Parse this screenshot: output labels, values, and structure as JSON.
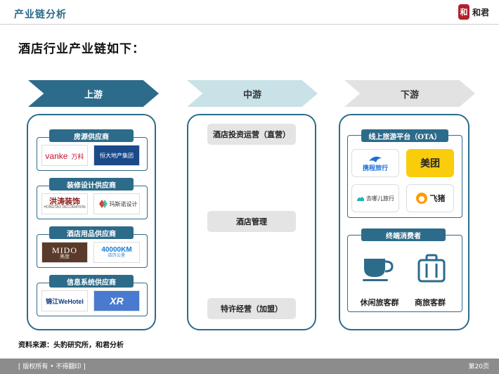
{
  "header": {
    "title": "产业链分析",
    "brand_seal": "和",
    "brand_text": "和君"
  },
  "main_title": "酒店行业产业链如下：",
  "stages": [
    {
      "label": "上游"
    },
    {
      "label": "中游"
    },
    {
      "label": "下游"
    }
  ],
  "upstream": {
    "groups": [
      {
        "label": "房源供应商",
        "logos": [
          {
            "text": "vanke",
            "sub": "万科"
          },
          {
            "text": "恒大地产集团"
          }
        ]
      },
      {
        "label": "装修设计供应商",
        "logos": [
          {
            "text": "洪涛装饰",
            "sub": "HONGTAO DECORATION"
          },
          {
            "text": "玛斯诺设计"
          }
        ]
      },
      {
        "label": "酒店用品供应商",
        "logos": [
          {
            "text": "MIDO",
            "sub": "美度"
          },
          {
            "text": "40000KM",
            "sub": "四万公里"
          }
        ]
      },
      {
        "label": "信息系统供应商",
        "logos": [
          {
            "text": "锦江WeHotel"
          },
          {
            "text": "XR"
          }
        ]
      }
    ]
  },
  "midstream": {
    "items": [
      {
        "label": "酒店投资运营（直营）"
      },
      {
        "label": "酒店管理"
      },
      {
        "label": "特许经营（加盟）"
      }
    ]
  },
  "downstream": {
    "ota": {
      "label": "线上旅游平台（OTA）",
      "apps": [
        {
          "text": "携程旅行",
          "color": "#1e6fd9"
        },
        {
          "text": "美团",
          "color": "#f9cd0b"
        },
        {
          "text": "去哪儿旅行",
          "color": "#1fb3b3"
        },
        {
          "text": "飞猪",
          "color": "#ff9a00"
        }
      ]
    },
    "consumers": {
      "label": "终端消费者",
      "items": [
        {
          "label": "休闲旅客群",
          "icon": "coffee-cup-icon"
        },
        {
          "label": "商旅客群",
          "icon": "suitcase-icon"
        }
      ]
    }
  },
  "source": "资料来源：头豹研究所，和君分析",
  "footer": {
    "left": "[ 版权所有 • 不得翻印 ]",
    "right": "第20页"
  },
  "colors": {
    "primary": "#2d6b8a",
    "mid_chevron": "#c8e2e8",
    "down_chevron": "#e2e2e2",
    "footer": "#8c8c8c"
  }
}
